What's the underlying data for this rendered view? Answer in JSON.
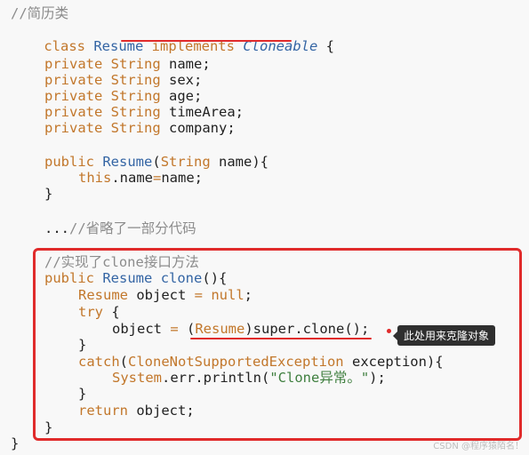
{
  "code": {
    "l1_comment": "//简历类",
    "l2_class": "class",
    "l2_name": " Resume ",
    "l2_implements": "implements",
    "l2_iface": "Cloneable",
    "l2_brace": " {",
    "fields": [
      {
        "kw": "private",
        "type": "String",
        "name": "name;"
      },
      {
        "kw": "private",
        "type": "String",
        "name": "sex;"
      },
      {
        "kw": "private",
        "type": "String",
        "name": "age;"
      },
      {
        "kw": "private",
        "type": "String",
        "name": "timeArea;"
      },
      {
        "kw": "private",
        "type": "String",
        "name": "company;"
      }
    ],
    "ctor_kw": "public",
    "ctor_name": "Resume",
    "ctor_open": "(",
    "ctor_ptype": "String",
    "ctor_pname": " name){",
    "ctor_body_this": "this",
    "ctor_body_rest": ".name",
    "ctor_body_eq": "=",
    "ctor_body_val": "name;",
    "ctor_close": "}",
    "ellipsis": "...",
    "ellipsis_comment": "//省略了一部分代码",
    "clone_comment": "//实现了clone接口方法",
    "clone_kw": "public",
    "clone_type": "Resume",
    "clone_name": "clone",
    "clone_sig": "(){",
    "obj_type": "Resume",
    "obj_name": " object ",
    "obj_eq": "=",
    "obj_null": " null",
    "obj_semi": ";",
    "try_kw": "try",
    "try_brace": " {",
    "assign_lhs": "object ",
    "assign_eq": "=",
    "assign_open": " (",
    "assign_cast": "Resume",
    "assign_rest": ")super.clone();",
    "try_close": "}",
    "catch_kw": "catch",
    "catch_open": "(",
    "catch_type": "CloneNotSupportedException",
    "catch_rest": " exception){",
    "err_sys": "System",
    "err_rest": ".err.println(",
    "err_str": "\"Clone异常。\"",
    "err_end": ");",
    "catch_close": "}",
    "return_kw": "return",
    "return_rest": " object;",
    "method_close": "}",
    "class_close": "}"
  },
  "tooltip": "此处用来克隆对象",
  "watermark": "CSDN @程序猿陌名！",
  "colors": {
    "highlight": "#e02b2b",
    "keyword": "#c2772b",
    "type": "#3465a4"
  }
}
